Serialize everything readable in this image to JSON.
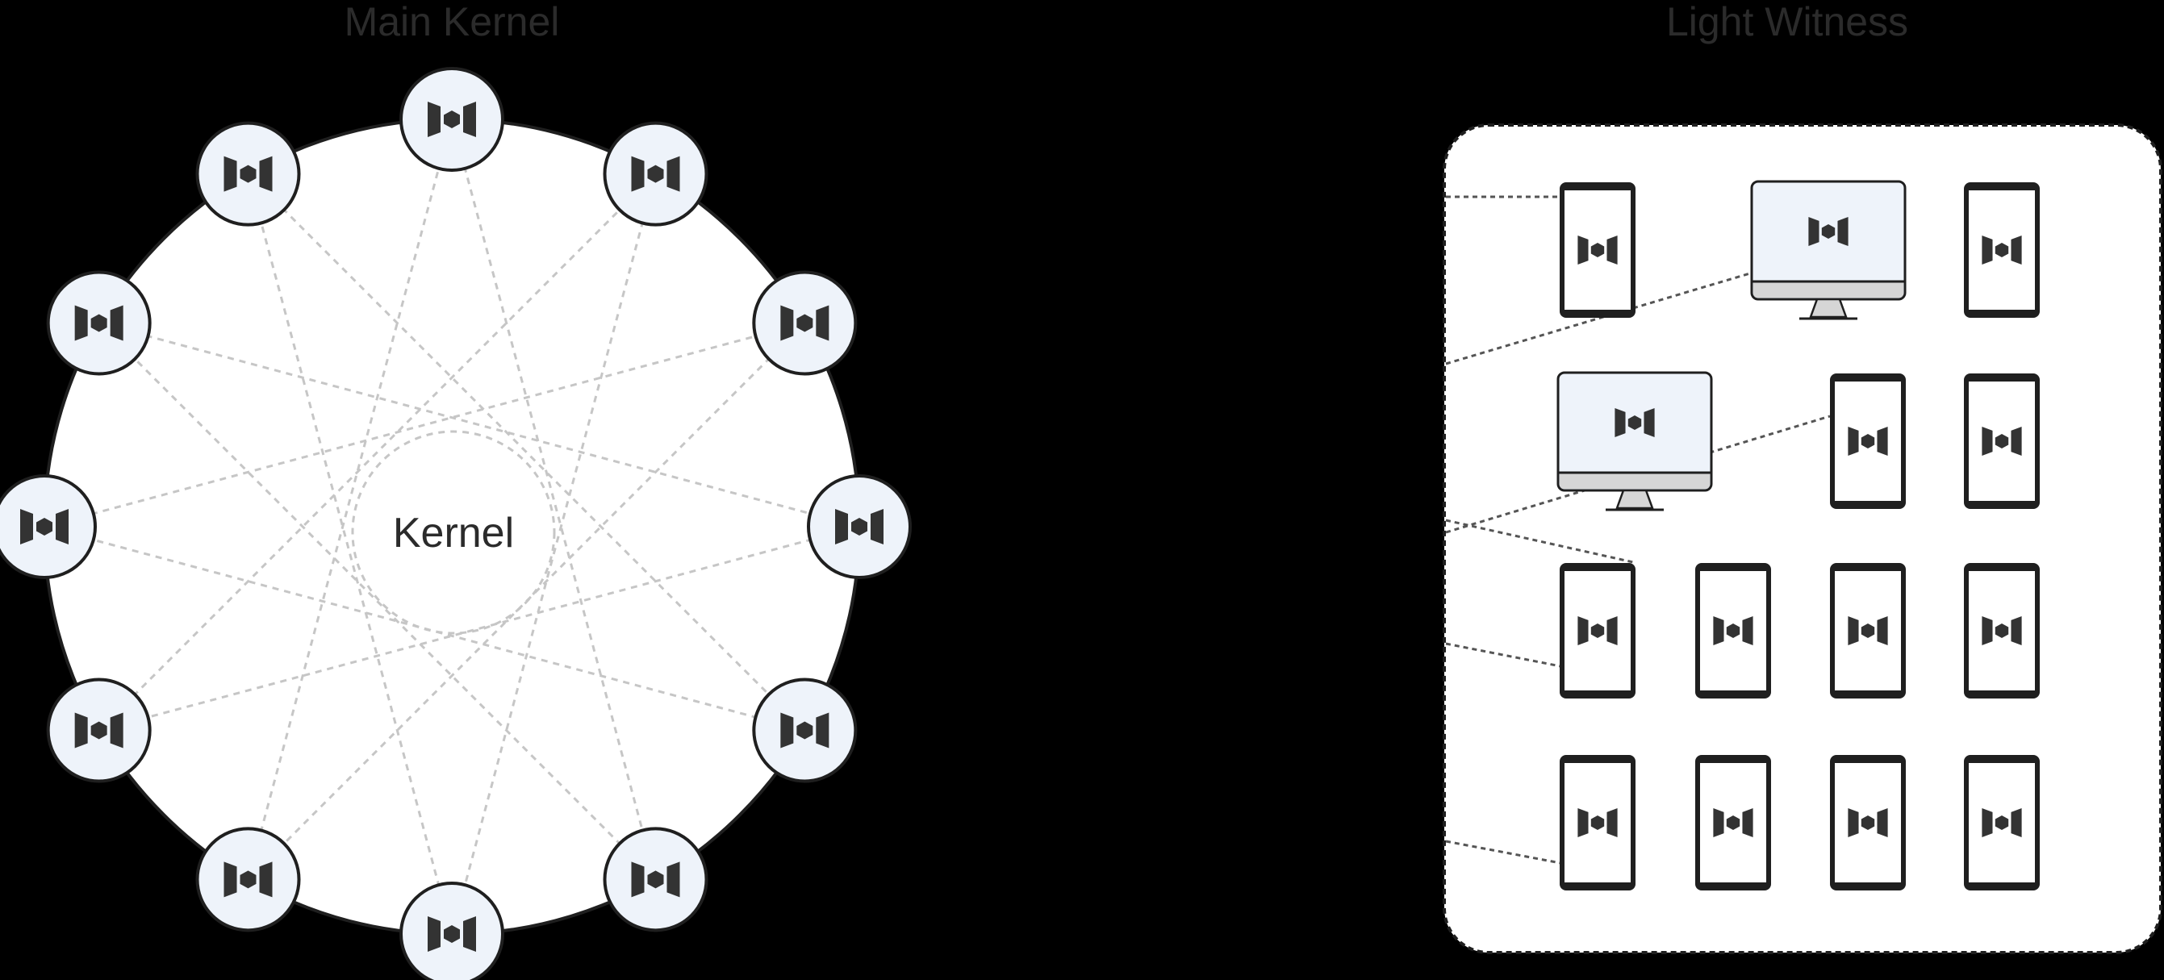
{
  "headings": {
    "left": "Main Kernel",
    "right": "Light Witness"
  },
  "kernel": {
    "label": "Kernel"
  },
  "main_kernel": {
    "node_count": 12,
    "node_icon": "kernel-logo-icon"
  },
  "light_witness": {
    "rows": [
      [
        "phone",
        "monitor",
        "phone"
      ],
      [
        "monitor",
        "phone",
        "phone"
      ],
      [
        "phone",
        "phone",
        "phone",
        "phone"
      ],
      [
        "phone",
        "phone",
        "phone",
        "phone"
      ]
    ],
    "device_icon": "kernel-logo-icon"
  },
  "colors": {
    "background": "#000000",
    "heading": "#2b2b2b",
    "circle_fill": "#ffffff",
    "node_fill": "#eef3fa",
    "stroke": "#1f1f1f",
    "icon": "#333333",
    "dashed_line": "#c6c6c6",
    "connector_line": "#555555",
    "device_stand": "#d6d6d6"
  }
}
